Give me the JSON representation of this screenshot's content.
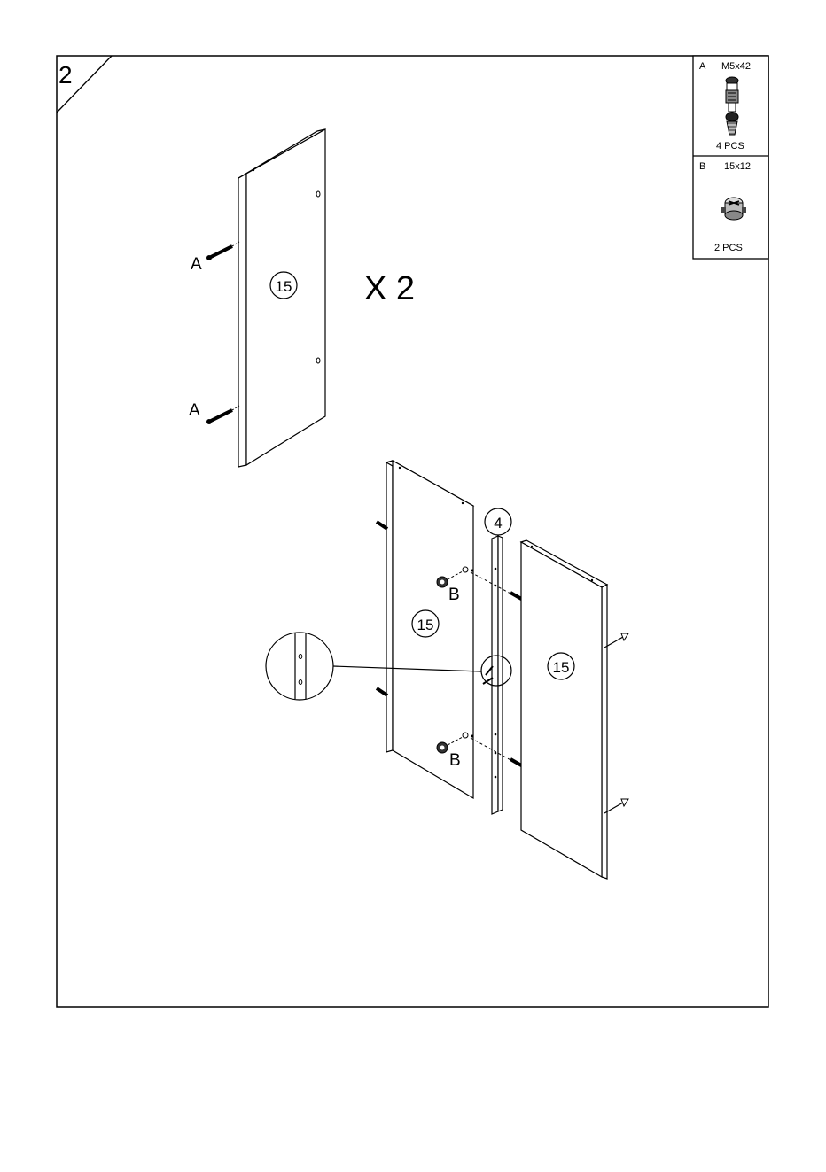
{
  "step": {
    "number": "2"
  },
  "parts_box": [
    {
      "letter": "A",
      "size": "M5x42",
      "qty": "4 PCS",
      "icon": "cam-bolt-icon"
    },
    {
      "letter": "B",
      "size": "15x12",
      "qty": "2 PCS",
      "icon": "cam-lock-nut-icon"
    }
  ],
  "multiplier": "X 2",
  "part_labels": {
    "side_panel": "15",
    "rail": "4",
    "left_panel": "15",
    "right_panel": "15"
  },
  "fastener_callouts": {
    "a_top": "A",
    "a_bottom": "A",
    "b_top": "B",
    "b_bottom": "B"
  },
  "colors": {
    "line": "#000000",
    "paper": "#ffffff"
  }
}
